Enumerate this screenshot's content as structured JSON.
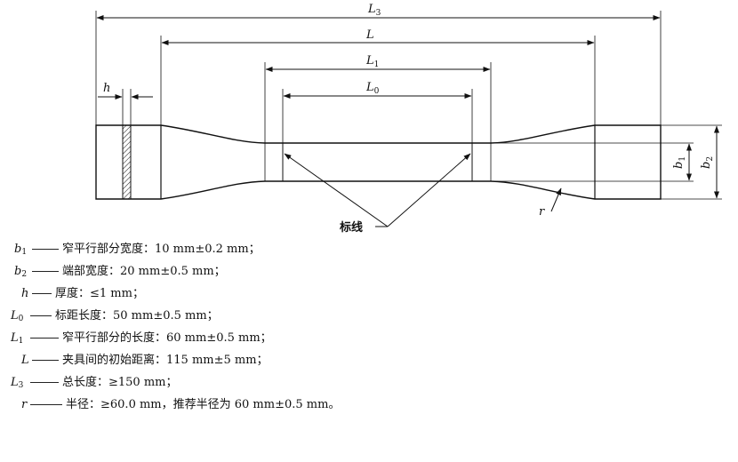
{
  "diagram": {
    "dimension_labels": {
      "L3": {
        "base": "L",
        "sub": "3"
      },
      "L": {
        "base": "L",
        "sub": ""
      },
      "L1": {
        "base": "L",
        "sub": "1"
      },
      "L0": {
        "base": "L",
        "sub": "0"
      },
      "h": {
        "base": "h",
        "sub": ""
      },
      "b1": {
        "base": "b",
        "sub": "1"
      },
      "b2": {
        "base": "b",
        "sub": "2"
      },
      "r": {
        "base": "r",
        "sub": ""
      }
    },
    "callout": "标线"
  },
  "legend": [
    {
      "symbol": "b",
      "sub": "1",
      "text": "窄平行部分宽度：10 mm±0.2 mm；"
    },
    {
      "symbol": "b",
      "sub": "2",
      "text": "端部宽度：20 mm±0.5 mm；"
    },
    {
      "symbol": "h",
      "sub": "",
      "text": "厚度：≤1 mm；"
    },
    {
      "symbol": "L",
      "sub": "0",
      "text": "标距长度：50 mm±0.5 mm；"
    },
    {
      "symbol": "L",
      "sub": "1",
      "text": "窄平行部分的长度：60 mm±0.5 mm；"
    },
    {
      "symbol": "L",
      "sub": "",
      "text": "夹具间的初始距离：115 mm±5 mm；"
    },
    {
      "symbol": "L",
      "sub": "3",
      "text": "总长度：≥150 mm；"
    },
    {
      "symbol": "r",
      "sub": "",
      "text": "半径：≥60.0 mm，推荐半径为 60 mm±0.5 mm。"
    }
  ]
}
